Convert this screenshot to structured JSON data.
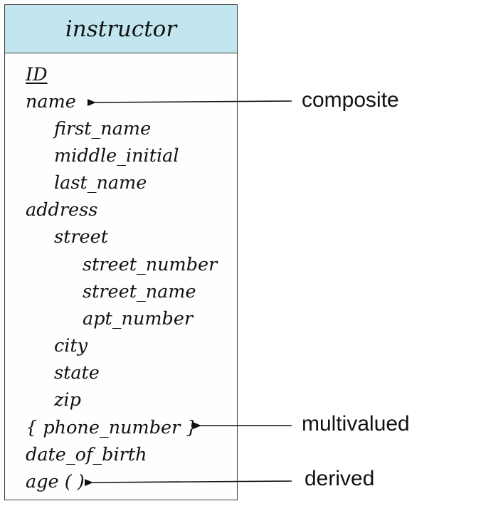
{
  "entity": {
    "name": "instructor",
    "attributes": [
      {
        "text": "ID",
        "level": 0,
        "key": true
      },
      {
        "text": "name",
        "level": 0
      },
      {
        "text": "first_name",
        "level": 1
      },
      {
        "text": "middle_initial",
        "level": 1
      },
      {
        "text": "last_name",
        "level": 1
      },
      {
        "text": "address",
        "level": 0
      },
      {
        "text": "street",
        "level": 1
      },
      {
        "text": "street_number",
        "level": 2
      },
      {
        "text": "street_name",
        "level": 2
      },
      {
        "text": "apt_number",
        "level": 2
      },
      {
        "text": "city",
        "level": 1
      },
      {
        "text": "state",
        "level": 1
      },
      {
        "text": "zip",
        "level": 1
      },
      {
        "text": "{ phone_number }",
        "level": 0
      },
      {
        "text": "date_of_birth",
        "level": 0
      },
      {
        "text": "age ( )",
        "level": 0
      }
    ]
  },
  "annotations": {
    "composite": "composite",
    "multivalued": "multivalued",
    "derived": "derived"
  },
  "colors": {
    "header_fill": "#c1e6f0",
    "border": "#3a3a3a",
    "text": "#111111"
  }
}
